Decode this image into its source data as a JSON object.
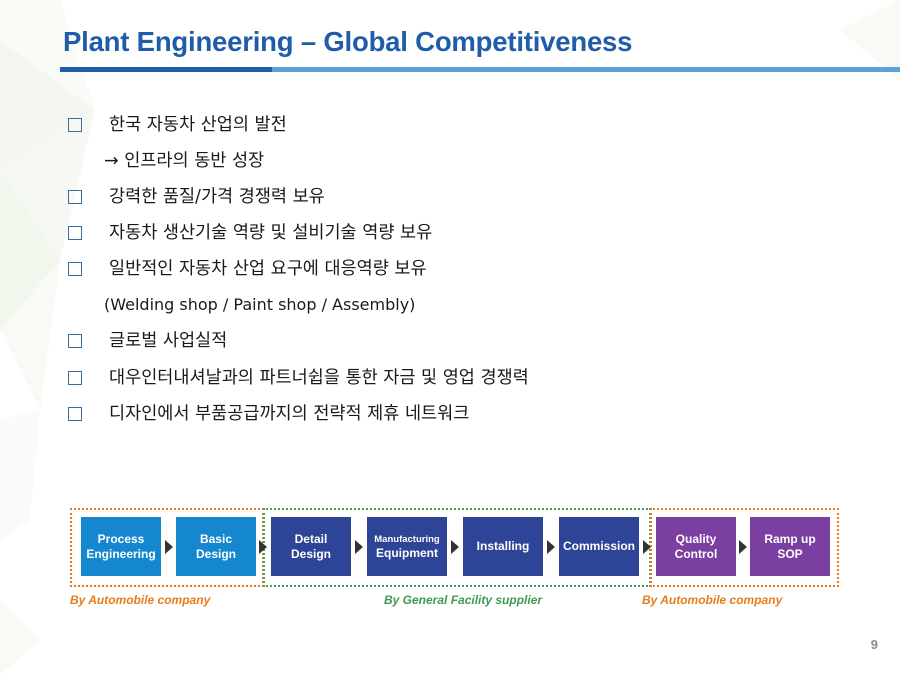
{
  "slide": {
    "title": "Plant Engineering – Global Competitiveness",
    "page_number": "9"
  },
  "bullets": [
    {
      "text": "한국 자동차 산업의 발전",
      "sub": "→ 인프라의 동반 성장"
    },
    {
      "text": "강력한 품질/가격 경쟁력 보유"
    },
    {
      "text": "자동차 생산기술 역량 및 설비기술 역량 보유"
    },
    {
      "text": "일반적인 자동차 산업 요구에 대응역량 보유",
      "sub": "(Welding shop / Paint shop / Assembly)"
    },
    {
      "text": "글로벌 사업실적"
    },
    {
      "text": "대우인터내셔날과의 파트너쉽을 통한 자금 및 영업 경쟁력"
    },
    {
      "text": "디자인에서 부품공급까지의 전략적 제휴 네트워크"
    }
  ],
  "process": {
    "steps": [
      {
        "line1": "Process",
        "line2": "Engineering",
        "color": "#1587cf"
      },
      {
        "line1": "Basic",
        "line2": "Design",
        "color": "#1587cf"
      },
      {
        "line1": "Detail",
        "line2": "Design",
        "color": "#2e4496"
      },
      {
        "line1": "Manufacturing",
        "line2": "Equipment",
        "color": "#2e4496"
      },
      {
        "line1": "Installing",
        "line2": "",
        "color": "#2e4496"
      },
      {
        "line1": "Commission",
        "line2": "",
        "color": "#2e4496"
      },
      {
        "line1": "Quality",
        "line2": "Control",
        "color": "#7a3fa0"
      },
      {
        "line1": "Ramp up",
        "line2": "SOP",
        "color": "#7a3fa0"
      }
    ],
    "groups": [
      {
        "caption": "By Automobile company",
        "color": "#e67c1d"
      },
      {
        "caption": "By General Facility supplier",
        "color": "#41a05a"
      },
      {
        "caption": "By Automobile company",
        "color": "#e67c1d"
      }
    ]
  },
  "colors": {
    "title": "#1f5da8",
    "accent_light": "#5aa3d8"
  }
}
